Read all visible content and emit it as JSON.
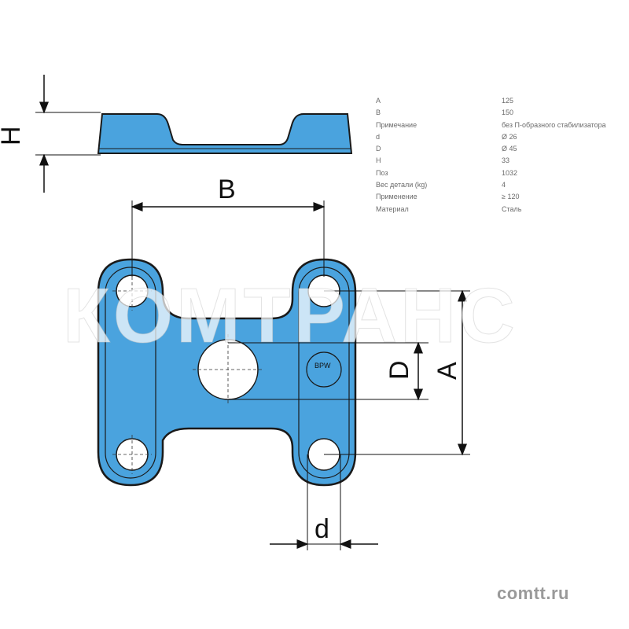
{
  "drawing": {
    "labels": {
      "H": "H",
      "B": "B",
      "D": "D",
      "A": "A",
      "d": "d"
    },
    "part_marking": "BPW",
    "colors": {
      "part": "#4aa3de",
      "outline": "#1a1a1a"
    }
  },
  "specs": [
    {
      "key": "A",
      "value": "125"
    },
    {
      "key": "B",
      "value": "150"
    },
    {
      "key": "Примечание",
      "value": "без П-образного стабилизатора"
    },
    {
      "key": "d",
      "value": "Ø 26"
    },
    {
      "key": "D",
      "value": "Ø 45"
    },
    {
      "key": "H",
      "value": "33"
    },
    {
      "key": "Поз",
      "value": "1032"
    },
    {
      "key": "Вес детали (kg)",
      "value": "4"
    },
    {
      "key": "Применение",
      "value": "≥ 120"
    },
    {
      "key": "Материал",
      "value": "Сталь"
    }
  ],
  "watermark": "КОМТРАНС",
  "site": "comtt.ru"
}
